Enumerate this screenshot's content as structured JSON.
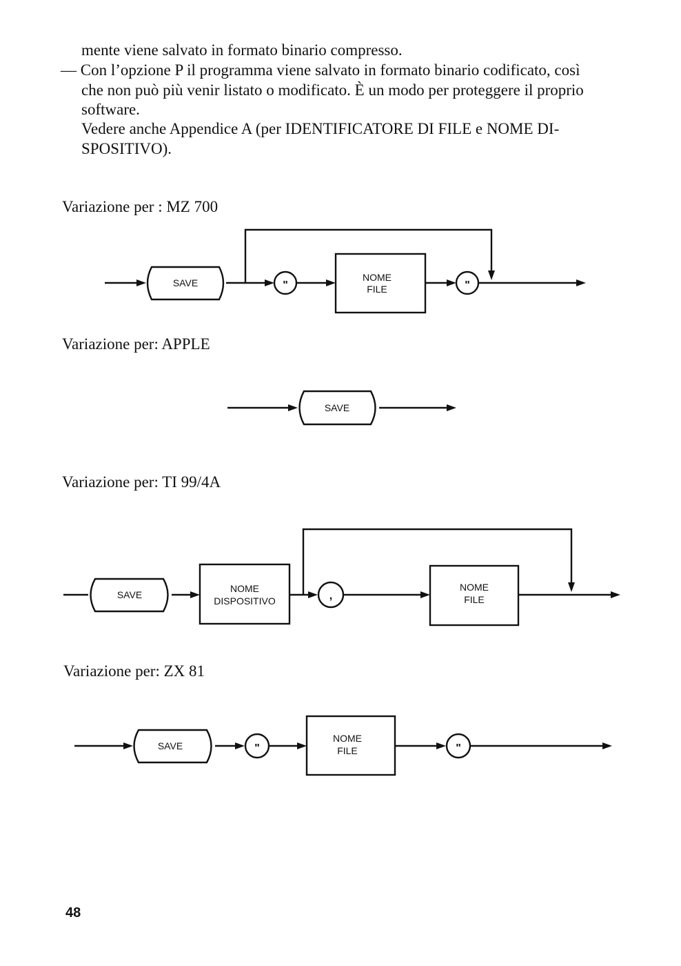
{
  "text": {
    "lines": [
      "mente viene salvato in formato binario compresso.",
      "— Con l’opzione P il programma viene salvato in formato binario codificato, così",
      "che non può più venir listato o modificato. È un modo per proteggere il proprio",
      "software.",
      "Vedere anche Appendice A (per IDENTIFICATORE DI FILE e NOME DI-",
      "SPOSITIVO)."
    ]
  },
  "diagrams": [
    {
      "caption": "Variazione per : MZ 700",
      "save": "SAVE",
      "quote_open": "\"",
      "name_line1": "NOME",
      "name_line2": "FILE",
      "quote_close": "\""
    },
    {
      "caption": "Variazione per: APPLE",
      "save": "SAVE"
    },
    {
      "caption": "Variazione per: TI 99/4A",
      "save": "SAVE",
      "device_line1": "NOME",
      "device_line2": "DISPOSITIVO",
      "comma": ",",
      "name_line1": "NOME",
      "name_line2": "FILE"
    },
    {
      "caption": "Variazione per: ZX 81",
      "save": "SAVE",
      "quote_open": "\"",
      "name_line1": "NOME",
      "name_line2": "FILE",
      "quote_close": "\""
    }
  ],
  "page_number": "48"
}
